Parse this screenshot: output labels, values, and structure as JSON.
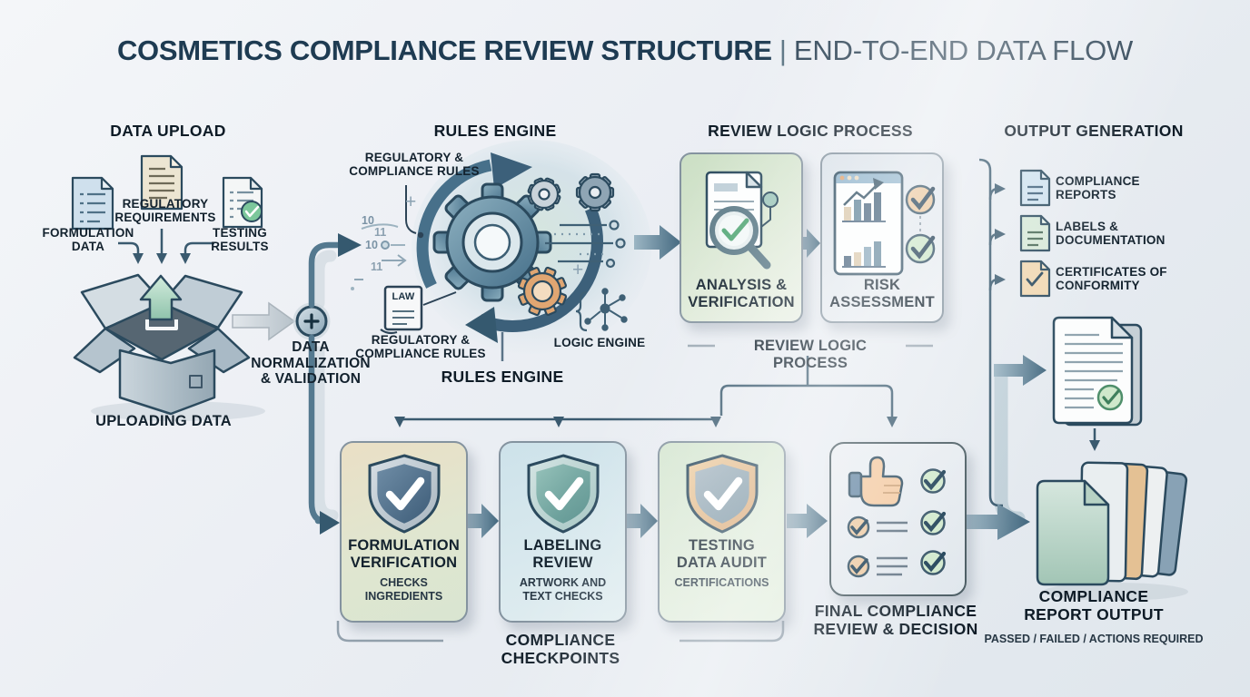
{
  "title": {
    "main": "COSMETICS COMPLIANCE REVIEW STRUCTURE",
    "separator": "|",
    "sub": "END-TO-END DATA FLOW"
  },
  "data_upload": {
    "header": "DATA UPLOAD",
    "formulation_label": "FORMULATION\nDATA",
    "regulatory_label": "REGULATORY\nREQUIREMENTS",
    "testing_label": "TESTING\nRESULTS",
    "box_label": "UPLOADING DATA",
    "icons": [
      "document-list-icon",
      "document-text-icon",
      "document-check-icon",
      "upload-box-icon"
    ]
  },
  "normalization": {
    "label": "DATA\nNORMALIZATION\n& VALIDATION",
    "icon": "plus-node-icon"
  },
  "rules_engine": {
    "header": "RULES ENGINE",
    "rules_label_top": "REGULATORY &\nCOMPLIANCE RULES",
    "rules_label_bottom": "REGULATORY &\nCOMPLIANCE RULES",
    "law_text": "LAW",
    "logic_engine_label": "LOGIC ENGINE",
    "footer_label": "RULES ENGINE",
    "binary_digits": [
      "10",
      "11",
      "10",
      "11"
    ],
    "plus_marks": [
      "+",
      "+"
    ],
    "icons": [
      "gear-icon",
      "cycle-arrows-icon",
      "law-scroll-icon",
      "logic-network-icon",
      "circuit-lines-icon"
    ]
  },
  "review_logic": {
    "header": "REVIEW LOGIC PROCESS",
    "cards": [
      {
        "label": "ANALYSIS &\nVERIFICATION",
        "icon": "document-magnifier-check-icon"
      },
      {
        "label": "RISK\nASSESSMENT",
        "icon": "chart-window-checks-icon"
      }
    ],
    "footer_label": "REVIEW LOGIC PROCESS"
  },
  "output_generation": {
    "header": "OUTPUT GENERATION",
    "items": [
      {
        "label": "COMPLIANCE\nREPORTS",
        "icon": "document-report-icon"
      },
      {
        "label": "LABELS &\nDOCUMENTATION",
        "icon": "document-label-icon"
      },
      {
        "label": "CERTIFICATES OF\nCONFORMITY",
        "icon": "document-certificate-icon"
      }
    ],
    "big_document_icon": "report-document-check-icon"
  },
  "checkpoints": {
    "cards": [
      {
        "title": "FORMULATION\nVERIFICATION",
        "subtitle": "CHECKS\nINGREDIENTS",
        "icon": "shield-check-icon"
      },
      {
        "title": "LABELING\nREVIEW",
        "subtitle": "ARTWORK AND\nTEXT CHECKS",
        "icon": "shield-check-icon"
      },
      {
        "title": "TESTING\nDATA AUDIT",
        "subtitle": "CERTIFICATIONS",
        "icon": "shield-check-icon"
      }
    ],
    "bracket_label": "COMPLIANCE CHECKPOINTS"
  },
  "final_review": {
    "label": "FINAL COMPLIANCE\nREVIEW & DECISION",
    "icon": "thumbs-up-checklist-icon"
  },
  "report_output": {
    "title": "COMPLIANCE\nREPORT OUTPUT",
    "subtitle": "PASSED / FAILED / ACTIONS REQUIRED",
    "icon": "stacked-reports-icon"
  },
  "colors": {
    "title_navy": "#1e3b52",
    "connector_steel": "#3a5a6f",
    "arrow_steel_dark": "#43687f",
    "arrow_steel_light": "#9cb6c4",
    "card_green": "#cfe0c8",
    "card_blue": "#dce4eb",
    "card_tan": "#e9dfc6",
    "check_green": "#cde7cc",
    "check_orange": "#ecc9a1",
    "gear_orange": "#e0a672",
    "background": "#eceff4"
  }
}
